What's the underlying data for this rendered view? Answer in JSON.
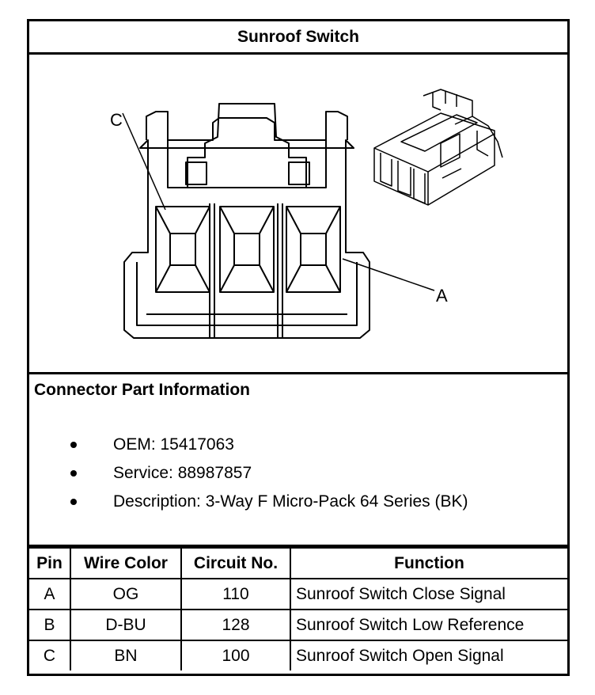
{
  "title": "Sunroof Switch",
  "figure": {
    "callouts": {
      "c": "C",
      "a": "A"
    }
  },
  "connector_info": {
    "heading": "Connector Part Information",
    "items": [
      "OEM: 15417063",
      "Service: 88987857",
      "Description: 3-Way F Micro-Pack 64 Series (BK)"
    ]
  },
  "pin_table": {
    "headers": [
      "Pin",
      "Wire Color",
      "Circuit No.",
      "Function"
    ],
    "rows": [
      [
        "A",
        "OG",
        "110",
        "Sunroof Switch Close Signal"
      ],
      [
        "B",
        "D-BU",
        "128",
        "Sunroof Switch Low Reference"
      ],
      [
        "C",
        "BN",
        "100",
        "Sunroof Switch Open Signal"
      ]
    ]
  }
}
